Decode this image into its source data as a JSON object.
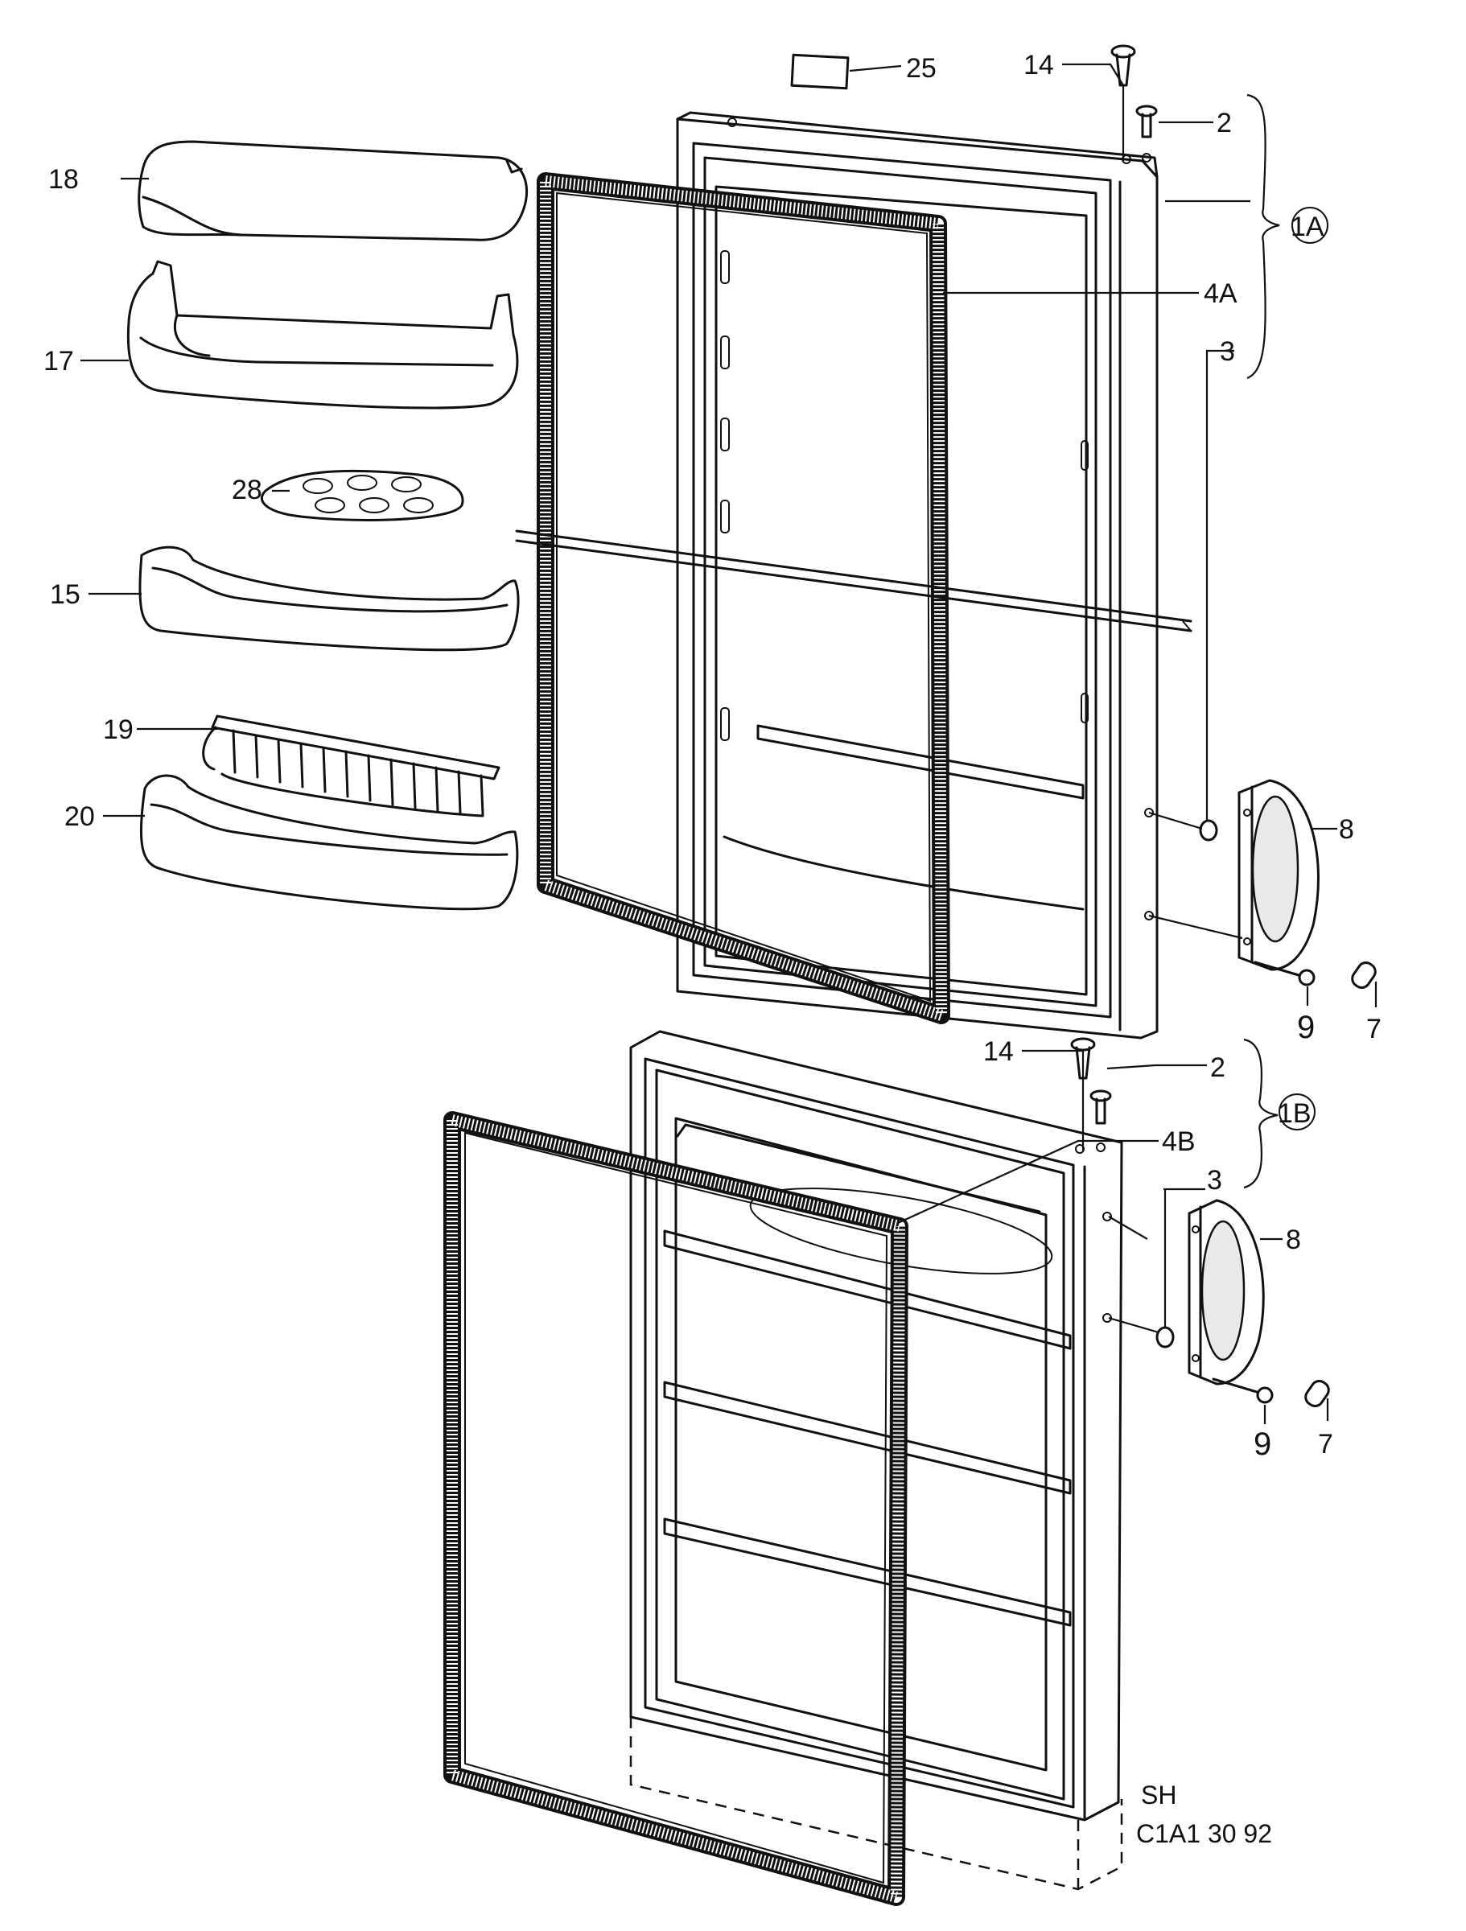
{
  "callouts": {
    "c25": "25",
    "c14_top": "14",
    "c2_top": "2",
    "c1A": "1A",
    "c18": "18",
    "c4A": "4A",
    "c17": "17",
    "c3_top": "3",
    "c28": "28",
    "c15": "15",
    "c19": "19",
    "c20": "20",
    "c8_top": "8",
    "c9_top": "9",
    "c7_top": "7",
    "c14_bot": "14",
    "c2_bot": "2",
    "c1B": "1B",
    "c4B": "4B",
    "c3_bot": "3",
    "c8_bot": "8",
    "c9_bot": "9",
    "c7_bot": "7"
  },
  "drawing_code": {
    "line1": "SH",
    "line2": "C1A1 30 92"
  }
}
